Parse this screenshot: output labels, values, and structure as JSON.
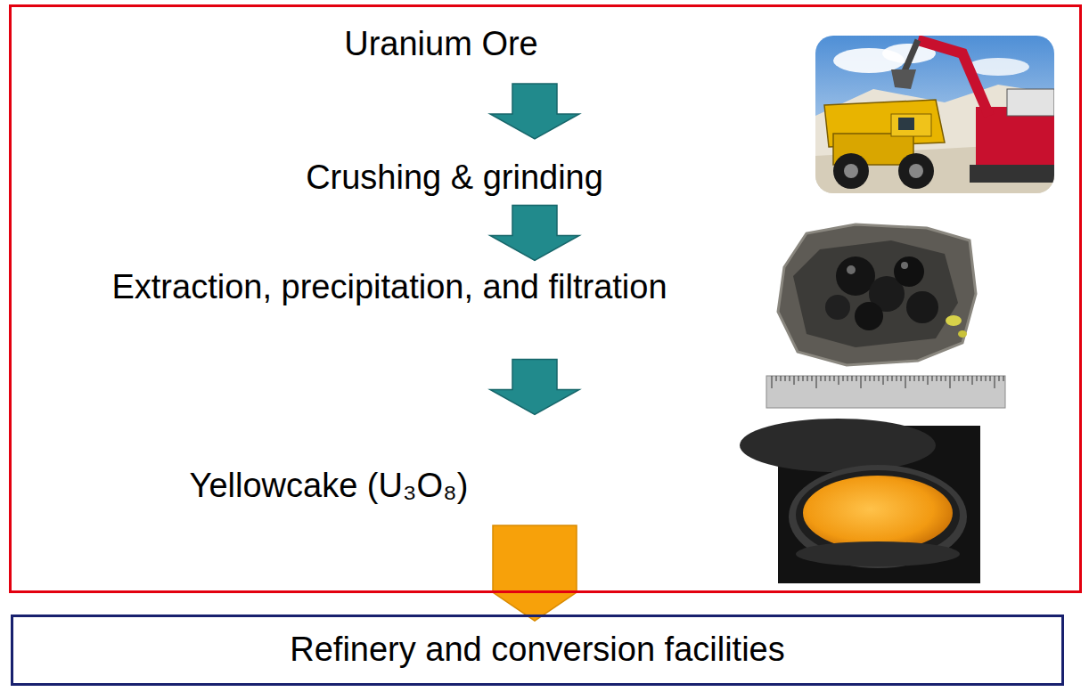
{
  "diagram": {
    "nodes": [
      {
        "text": []
      },
      {
        "text": [
          "Uranium Ore"
        ],
        "in": 0
      },
      {
        "text": [
          "Crushing & grinding"
        ],
        "in": 0
      },
      {
        "text": [
          "Extraction, precipitation, and filtration"
        ],
        "in": 0
      },
      {
        "text": [
          "Yellowcake (U₃O₈)"
        ],
        "in": 0
      },
      {
        "text": [
          "Refinery and conversion facilities"
        ]
      }
    ],
    "edges": [
      {
        "from": 1,
        "to": 2,
        "arrow": "to"
      },
      {
        "from": 2,
        "to": 3,
        "arrow": "to"
      },
      {
        "from": 3,
        "to": 4,
        "arrow": "to"
      },
      {
        "from": 4,
        "to": 5,
        "arrow": "to"
      }
    ]
  }
}
